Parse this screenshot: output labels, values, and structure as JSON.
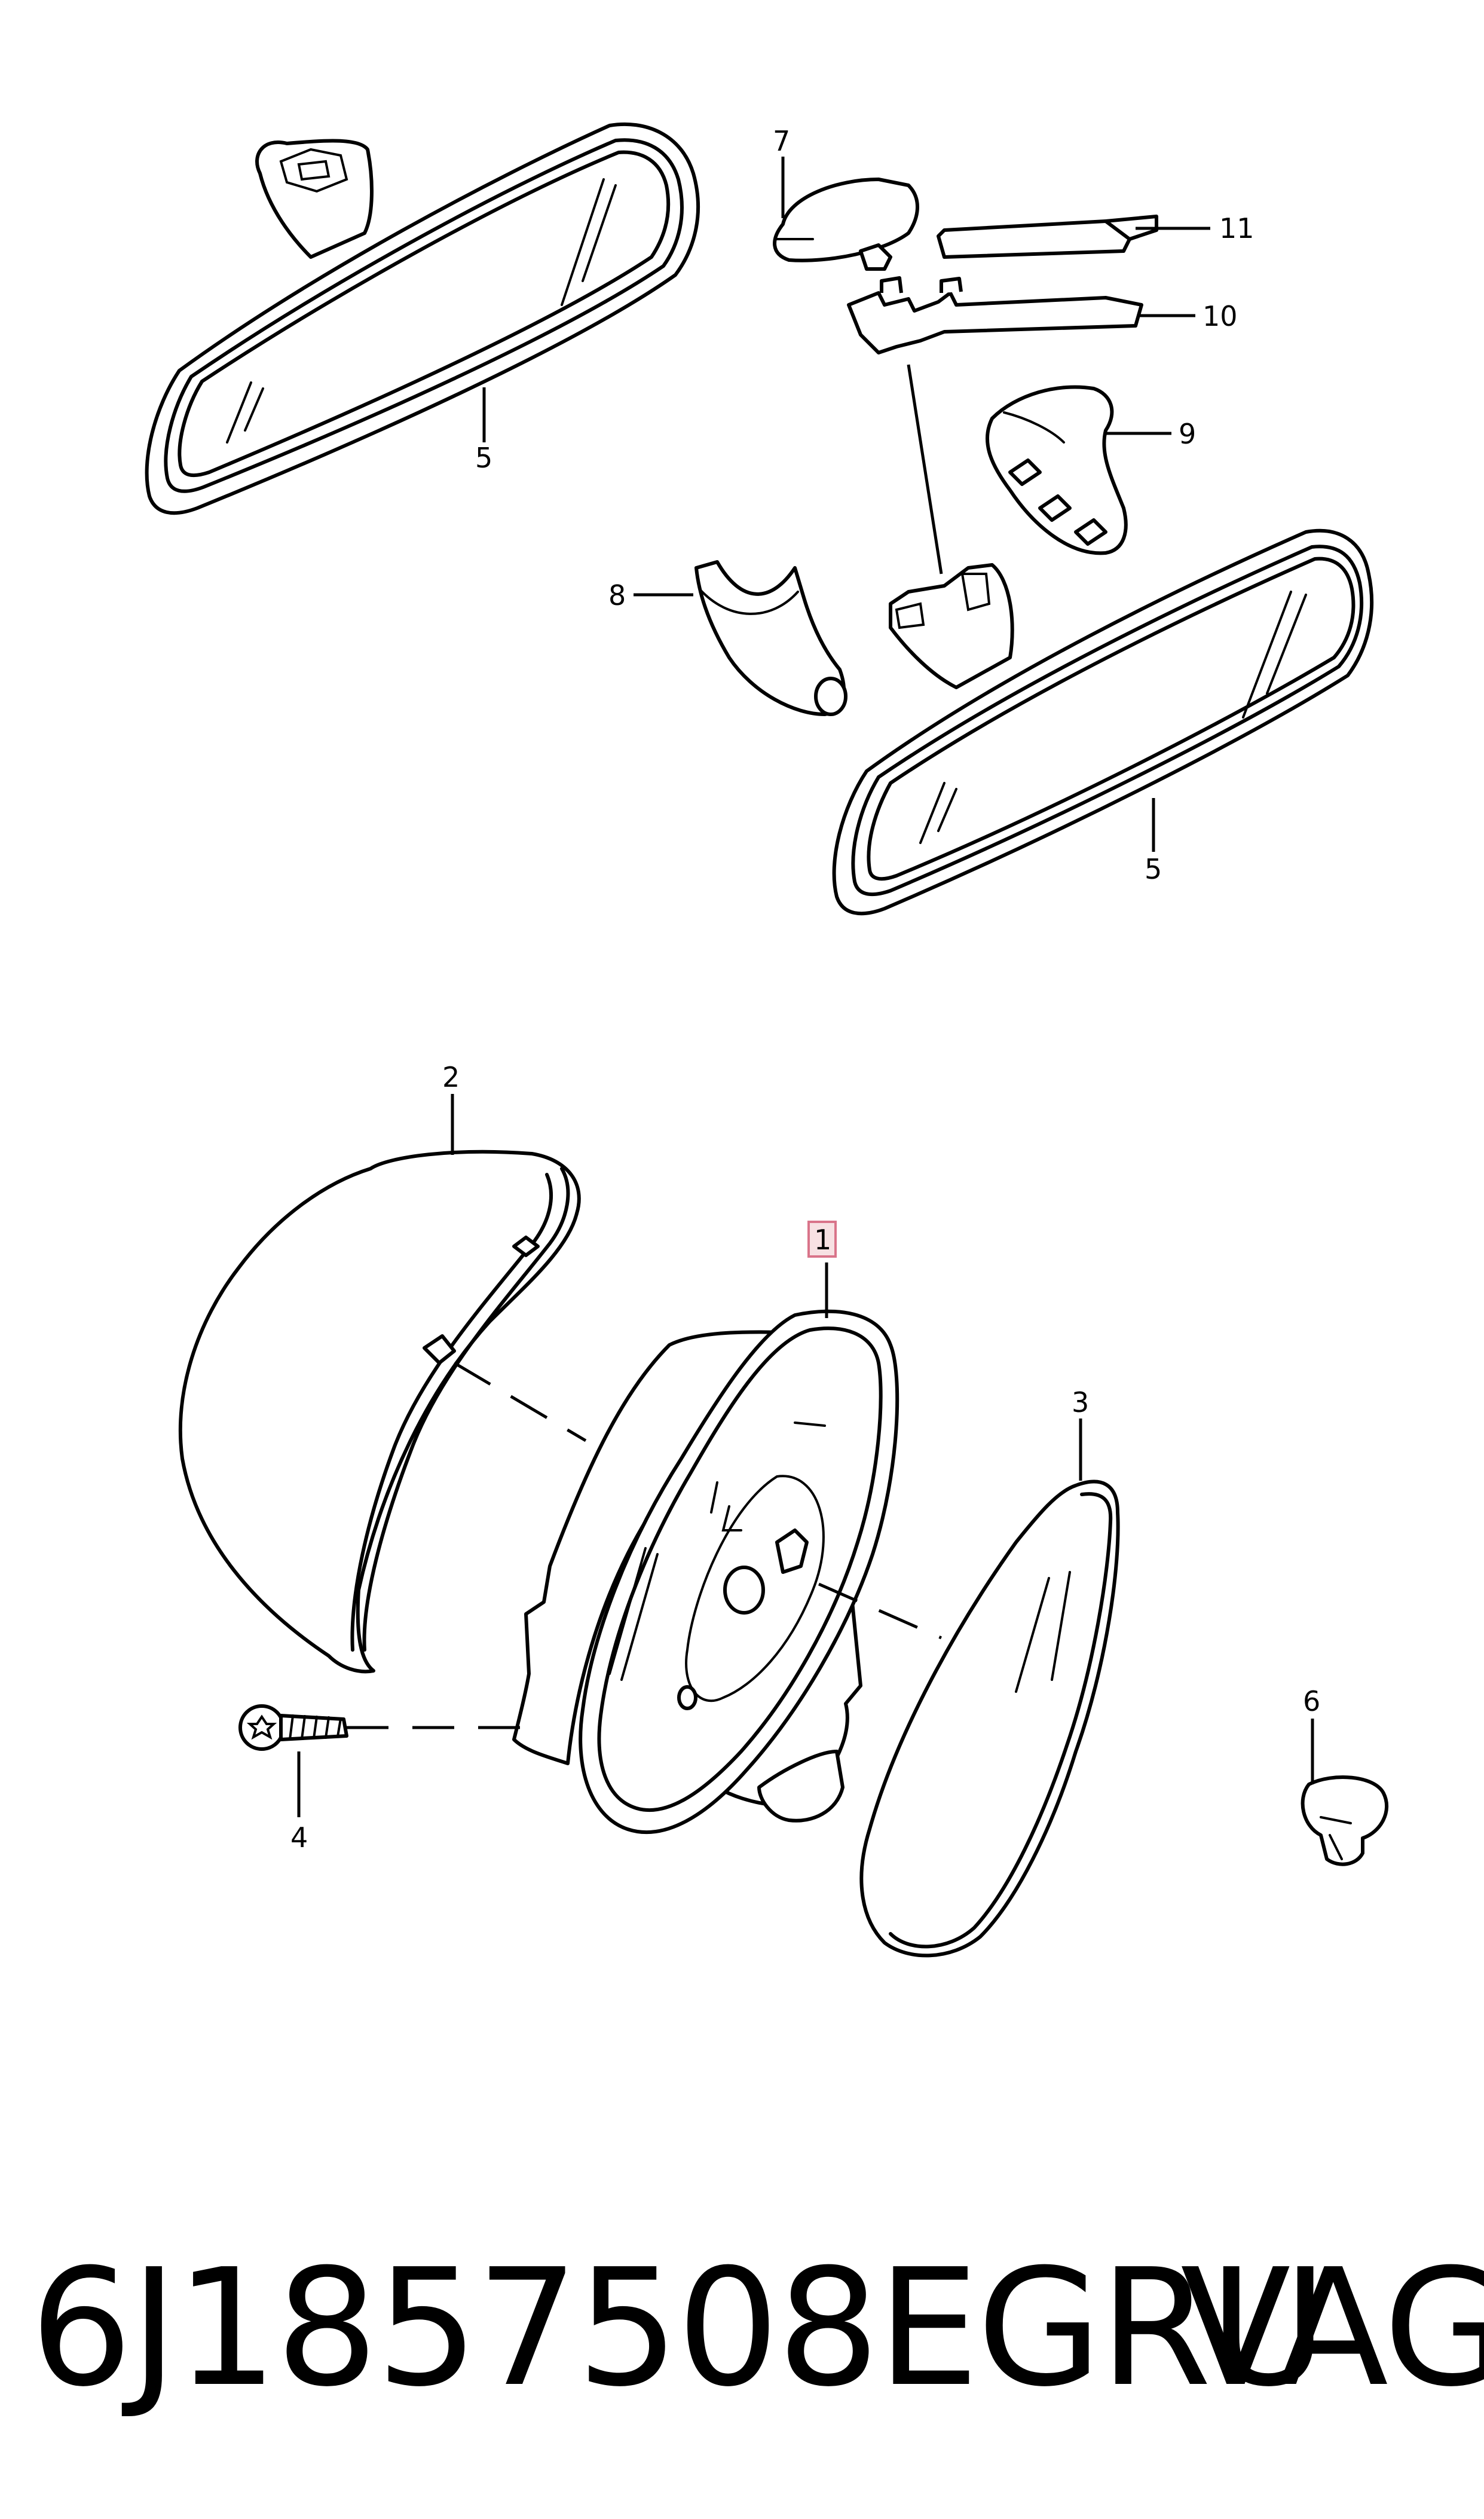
{
  "callouts": {
    "c1": "1",
    "c2": "2",
    "c3": "3",
    "c4": "4",
    "c5a": "5",
    "c5b": "5",
    "c6": "6",
    "c7": "7",
    "c8": "8",
    "c9": "9",
    "c10": "10",
    "c11": "11"
  },
  "footer": {
    "part_number": "6J1857508EGRU",
    "brand": "VAG"
  }
}
